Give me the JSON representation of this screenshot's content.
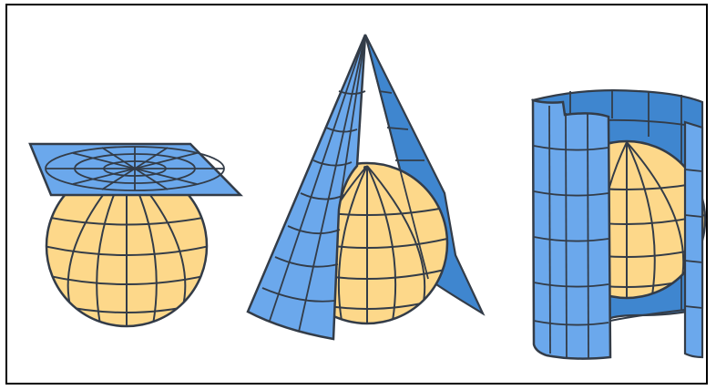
{
  "figure": {
    "panels": [
      {
        "name": "planar-projection",
        "surface": "plane"
      },
      {
        "name": "conic-projection",
        "surface": "cone"
      },
      {
        "name": "cylindrical-projection",
        "surface": "cylinder"
      }
    ]
  },
  "colors": {
    "globe_fill": "#FDD88A",
    "surface_light": "#6BA8EC",
    "surface_dark": "#3F86CF",
    "outline": "#333C48",
    "frame": "#000000",
    "background": "#FFFFFF"
  }
}
